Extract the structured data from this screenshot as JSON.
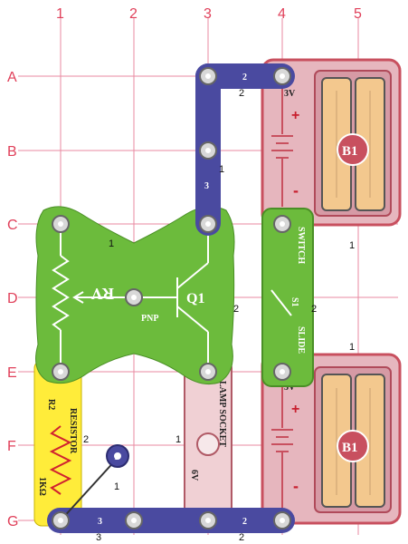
{
  "grid": {
    "columns": [
      "1",
      "2",
      "3",
      "4",
      "5"
    ],
    "rows": [
      "A",
      "B",
      "C",
      "D",
      "E",
      "F",
      "G"
    ]
  },
  "parts": {
    "battery_top": {
      "label": "B1",
      "voltage": "3V",
      "plus": "+",
      "minus": "-"
    },
    "battery_bottom": {
      "label": "B1",
      "voltage": "3V",
      "plus": "+",
      "minus": "-"
    },
    "rv": {
      "label": "RV"
    },
    "q1": {
      "label": "Q1",
      "type": "PNP"
    },
    "switch": {
      "label": "S1",
      "name": "SWITCH",
      "kind": "SLIDE"
    },
    "lamp": {
      "name": "LAMP SOCKET",
      "voltage": "6V"
    },
    "resistor": {
      "label": "R2",
      "name": "RESISTOR",
      "value": "1KΩ"
    },
    "probe": {
      "label": "1"
    }
  },
  "wire_numbers": {
    "top_wire_on": "2",
    "top_wire_below": "2",
    "vertical_wire": "3",
    "vertical_wire_side": "1",
    "rv_level": "1",
    "q1_level": "2",
    "switch_level": "2",
    "battery_top_level": "1",
    "battery_bottom_level": "1",
    "lamp_level": "1",
    "resistor_level": "2",
    "probe_level": "1",
    "bottom_left_on": "3",
    "bottom_left_below": "3",
    "bottom_right_on": "2",
    "bottom_right_below": "2"
  },
  "colors": {
    "grid": "#e88aa0",
    "wire": "#4a4aa0",
    "green_part": "#6cbb3c",
    "battery_tray": "#e6b6be",
    "battery_cell": "#f3c88e",
    "resistor": "#ffec3a",
    "lamp": "#f0d0d4"
  }
}
